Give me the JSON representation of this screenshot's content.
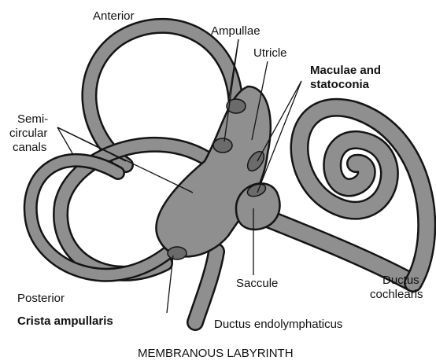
{
  "labels": {
    "anterior": "Anterior",
    "ampullae": "Ampullae",
    "utricle": "Utricle",
    "maculae_line1": "Maculae and",
    "maculae_line2": "statoconia",
    "semi_line1": "Semi-",
    "semi_line2": "circular",
    "semi_line3": "canals",
    "posterior": "Posterior",
    "saccule": "Saccule",
    "ductus_cochlearis_line1": "Ductus",
    "ductus_cochlearis_line2": "cochlearis",
    "crista_ampullaris": "Crista ampullaris",
    "ductus_endolymphaticus": "Ductus endolymphaticus",
    "caption": "MEMBRANOUS LABYRINTH"
  },
  "colors": {
    "fill": "#8f8f8f",
    "fill_dark": "#6b6b6b",
    "outline": "#141414",
    "background": "#ffffff"
  }
}
